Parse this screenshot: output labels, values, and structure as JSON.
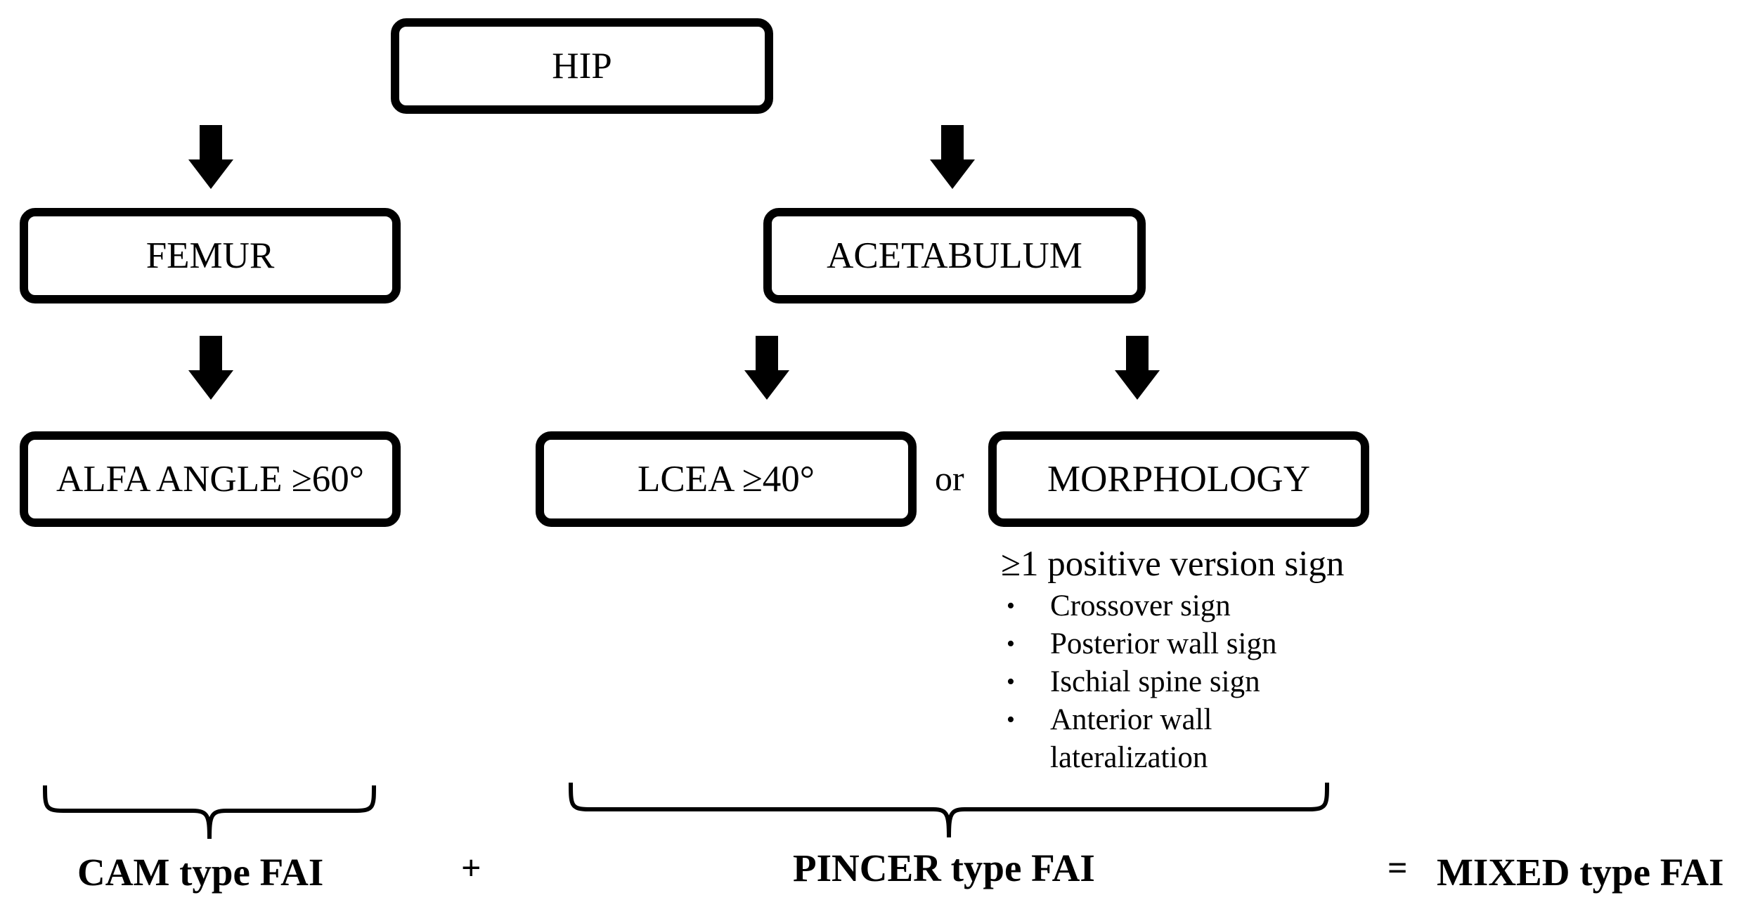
{
  "nodes": {
    "hip": "HIP",
    "femur": "FEMUR",
    "acetabulum": "ACETABULUM",
    "alfa": "ALFA ANGLE ≥60°",
    "lcea": "LCEA ≥40°",
    "morphology": "MORPHOLOGY"
  },
  "connector_or": "or",
  "morphology_criteria": {
    "title": "≥1 positive version sign",
    "items": [
      "Crossover sign",
      "Posterior wall sign",
      "Ischial spine sign",
      "Anterior wall lateralization"
    ]
  },
  "outcomes": {
    "cam": "CAM type FAI",
    "plus": "+",
    "pincer": "PINCER type FAI",
    "equals": "=",
    "mixed": "MIXED type FAI"
  }
}
